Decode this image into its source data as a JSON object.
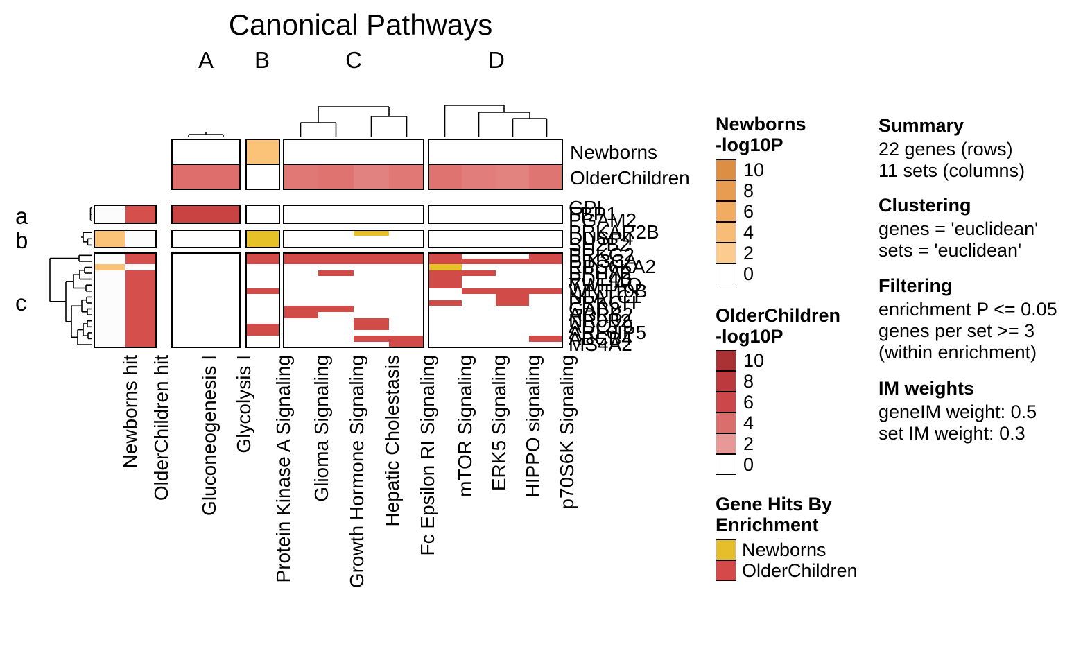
{
  "title": "Canonical Pathways",
  "column_group_letters": [
    "A",
    "B",
    "C",
    "D"
  ],
  "row_group_letters": [
    "a",
    "b",
    "c"
  ],
  "top_annotation_row_labels": [
    "Newborns",
    "OlderChildren"
  ],
  "chart_data": {
    "type": "heatmap",
    "title": "Canonical Pathways",
    "set_columns": [
      "Gluconeogenesis I",
      "Glycolysis I",
      "Protein Kinase A Signaling",
      "Glioma Signaling",
      "Growth Hormone Signaling",
      "Hepatic Cholestasis",
      "Fc Epsilon RI Signaling",
      "mTOR Signaling",
      "ERK5 Signaling",
      "HIPPO signaling",
      "p70S6K Signaling"
    ],
    "set_column_groups": [
      "A",
      "A",
      "B",
      "C",
      "C",
      "C",
      "C",
      "D",
      "D",
      "D",
      "D"
    ],
    "hit_columns": [
      "Newborns hit",
      "OlderChildren hit"
    ],
    "top_annotation": {
      "newborns_colors": [
        "#FFFFFF",
        "#FFFFFF",
        "#FBC377",
        "#FFFFFF",
        "#FFFFFF",
        "#FFFFFF",
        "#FFFFFF",
        "#FFFFFF",
        "#FFFFFF",
        "#FFFFFF",
        "#FFFFFF"
      ],
      "older_colors": [
        "#DE6E6B",
        "#DE6E6B",
        "#FFFFFF",
        "#E07875",
        "#DF7370",
        "#E28280",
        "#E07875",
        "#DE7370",
        "#E17D7A",
        "#E28380",
        "#DF7572"
      ]
    },
    "row_groups": [
      {
        "label": "a",
        "rows": [
          {
            "gene": "GPI",
            "hits": [
              "",
              "r"
            ],
            "cells": [
              "d",
              "d",
              "",
              "",
              "",
              "",
              "",
              "",
              "",
              "",
              ""
            ]
          },
          {
            "gene": "FBP1",
            "hits": [
              "",
              "r"
            ],
            "cells": [
              "d",
              "d",
              "",
              "",
              "",
              "",
              "",
              "",
              "",
              "",
              ""
            ]
          },
          {
            "gene": "PGAM2",
            "hits": [
              "",
              "r"
            ],
            "cells": [
              "d",
              "d",
              "",
              "",
              "",
              "",
              "",
              "",
              "",
              "",
              ""
            ]
          }
        ]
      },
      {
        "label": "b",
        "rows": [
          {
            "gene": "PRKAR2B",
            "hits": [
              "o",
              ""
            ],
            "cells": [
              "",
              "",
              "g",
              "",
              "",
              "g",
              "",
              "",
              "",
              "",
              ""
            ]
          },
          {
            "gene": "DUSP4",
            "hits": [
              "o",
              ""
            ],
            "cells": [
              "",
              "",
              "g",
              "",
              "",
              "",
              "",
              "",
              "",
              "",
              ""
            ]
          },
          {
            "gene": "SH2B2",
            "hits": [
              "o",
              ""
            ],
            "cells": [
              "",
              "",
              "g",
              "",
              "",
              "",
              "",
              "",
              "",
              "",
              ""
            ]
          }
        ]
      },
      {
        "label": "c",
        "rows": [
          {
            "gene": "PRKG2",
            "hits": [
              "",
              "r"
            ],
            "cells": [
              "",
              "",
              "r",
              "r",
              "r",
              "r",
              "r",
              "r",
              "",
              "",
              "r"
            ]
          },
          {
            "gene": "PIK3CA",
            "hits": [
              "",
              "r"
            ],
            "cells": [
              "",
              "",
              "r",
              "r",
              "r",
              "r",
              "r",
              "r",
              "r",
              "r",
              "r"
            ]
          },
          {
            "gene": "RPS6KA2",
            "hits": [
              "o",
              ""
            ],
            "cells": [
              "",
              "",
              "",
              "",
              "",
              "",
              "",
              "g",
              "",
              "",
              ""
            ]
          },
          {
            "gene": "EPHA2",
            "hits": [
              "",
              "r"
            ],
            "cells": [
              "",
              "",
              "",
              "",
              "r",
              "",
              "",
              "r",
              "r",
              "",
              ""
            ]
          },
          {
            "gene": "PDE4B",
            "hits": [
              "",
              "r"
            ],
            "cells": [
              "",
              "",
              "",
              "",
              "",
              "",
              "",
              "r",
              "",
              "",
              ""
            ]
          },
          {
            "gene": "YWHAQ",
            "hits": [
              "",
              "r"
            ],
            "cells": [
              "",
              "",
              "",
              "",
              "",
              "",
              "",
              "r",
              "",
              "",
              ""
            ]
          },
          {
            "gene": "WNT10B",
            "hits": [
              "",
              "r"
            ],
            "cells": [
              "",
              "",
              "r",
              "",
              "",
              "",
              "",
              "",
              "r",
              "r",
              "r"
            ]
          },
          {
            "gene": "NFATC1",
            "hits": [
              "",
              "r"
            ],
            "cells": [
              "",
              "",
              "",
              "",
              "",
              "",
              "",
              "",
              "",
              "r",
              ""
            ]
          },
          {
            "gene": "PRKCH",
            "hits": [
              "",
              "r"
            ],
            "cells": [
              "",
              "",
              "",
              "",
              "",
              "",
              "",
              "r",
              "",
              "r",
              ""
            ]
          },
          {
            "gene": "GAB2",
            "hits": [
              "",
              "r"
            ],
            "cells": [
              "",
              "",
              "",
              "r",
              "r",
              "",
              "",
              "",
              "",
              "",
              ""
            ]
          },
          {
            "gene": "ARRB2",
            "hits": [
              "",
              "r"
            ],
            "cells": [
              "",
              "",
              "",
              "r",
              "",
              "",
              "",
              "",
              "",
              "",
              ""
            ]
          },
          {
            "gene": "NR0B2",
            "hits": [
              "",
              "r"
            ],
            "cells": [
              "",
              "",
              "",
              "",
              "",
              "r",
              "",
              "",
              "",
              "",
              ""
            ]
          },
          {
            "gene": "ADCY9",
            "hits": [
              "",
              "r"
            ],
            "cells": [
              "",
              "",
              "r",
              "",
              "",
              "r",
              "",
              "",
              "",
              "",
              ""
            ]
          },
          {
            "gene": "ARL6IP5",
            "hits": [
              "",
              "r"
            ],
            "cells": [
              "",
              "",
              "r",
              "",
              "",
              "",
              "",
              "",
              "",
              "",
              ""
            ]
          },
          {
            "gene": "ABCB4",
            "hits": [
              "",
              "r"
            ],
            "cells": [
              "",
              "",
              "",
              "",
              "",
              "r",
              "r",
              "",
              "",
              "",
              "r"
            ]
          },
          {
            "gene": "MS4A2",
            "hits": [
              "",
              "r"
            ],
            "cells": [
              "",
              "",
              "",
              "",
              "",
              "",
              "r",
              "",
              "",
              "",
              ""
            ]
          }
        ]
      }
    ]
  },
  "palette": {
    "cell_red": "#D14B48",
    "cell_red_dark": "#C84341",
    "cell_gold": "#E7C128",
    "hit_red": "#D5504D",
    "hit_orange": "#FBC377",
    "hit_blank": "#FCFCFC"
  },
  "legends": {
    "newborns": {
      "title_line1": "Newborns",
      "title_line2": "-log10P",
      "ticks": [
        "10",
        "8",
        "6",
        "4",
        "2",
        "0"
      ],
      "colors": [
        "#DC8E44",
        "#E89C51",
        "#F1AC61",
        "#F7BC76",
        "#FBCC8E",
        "#FFFFFF"
      ]
    },
    "olderchildren": {
      "title_line1": "OlderChildren",
      "title_line2": "-log10P",
      "ticks": [
        "10",
        "8",
        "6",
        "4",
        "2",
        "0"
      ],
      "colors": [
        "#AA3235",
        "#BC3A3D",
        "#CB4749",
        "#D96E6D",
        "#E79997",
        "#FFFFFF"
      ]
    },
    "gene_hits": {
      "title_line1": "Gene Hits By",
      "title_line2": "Enrichment",
      "items": [
        {
          "label": "Newborns",
          "color": "#E4BE2B"
        },
        {
          "label": "OlderChildren",
          "color": "#D5494A"
        }
      ]
    }
  },
  "info_panel": {
    "summary_title": "Summary",
    "summary_line1": "22 genes (rows)",
    "summary_line2": "11 sets (columns)",
    "clustering_title": "Clustering",
    "clustering_line1": "genes = 'euclidean'",
    "clustering_line2": "sets = 'euclidean'",
    "filtering_title": "Filtering",
    "filtering_line1": "enrichment P <= 0.05",
    "filtering_line2": "genes per set >= 3",
    "filtering_line3": "(within enrichment)",
    "im_title": "IM weights",
    "im_line1": "geneIM weight: 0.5",
    "im_line2": "set IM weight: 0.3"
  }
}
